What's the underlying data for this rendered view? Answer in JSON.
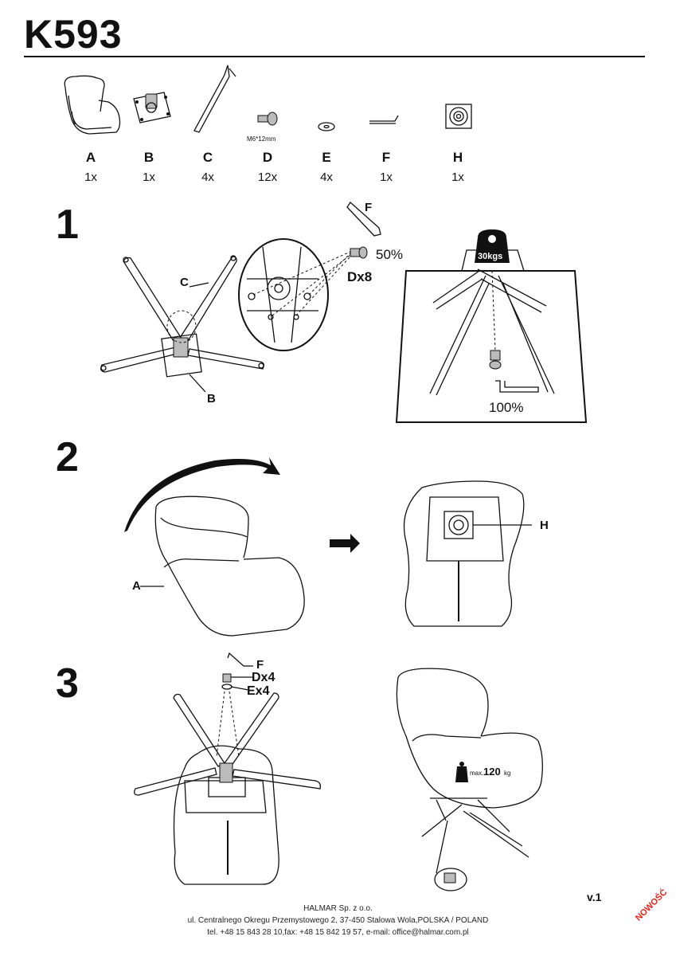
{
  "title": "K593",
  "parts": [
    {
      "letter": "A",
      "qty": "1x",
      "icon": "armchair-icon"
    },
    {
      "letter": "B",
      "qty": "1x",
      "icon": "swivel-plate-icon"
    },
    {
      "letter": "C",
      "qty": "4x",
      "icon": "leg-icon"
    },
    {
      "letter": "D",
      "qty": "12x",
      "icon": "bolt-icon",
      "size": "M6*12mm"
    },
    {
      "letter": "E",
      "qty": "4x",
      "icon": "washer-icon"
    },
    {
      "letter": "F",
      "qty": "1x",
      "icon": "allen-key-icon"
    },
    {
      "letter": "H",
      "qty": "1x",
      "icon": "mounting-plate-icon"
    }
  ],
  "steps": {
    "s1": {
      "number": "1",
      "label_c": "C",
      "label_b": "B",
      "label_f": "F",
      "label_d": "Dx8",
      "pct_half": "50%",
      "weight": "30kgs",
      "pct_full": "100%"
    },
    "s2": {
      "number": "2",
      "label_a": "A",
      "label_h": "H"
    },
    "s3": {
      "number": "3",
      "label_f": "F",
      "label_d": "Dx4",
      "label_e": "Ex4",
      "max_prefix": "max.",
      "max_value": "120",
      "max_unit": "kg"
    }
  },
  "version": "v.1",
  "footer": {
    "company": "HALMAR Sp. z o.o.",
    "address": "ul. Centralnego Okregu Przemystowego 2, 37-450 Stalowa Wola,POLSKA / POLAND",
    "contact": "tel. +48 15 843 28 10,fax: +48 15 842 19 57, e-mail: office@halmar.com.pl"
  },
  "badge": "NOWOŚĆ"
}
